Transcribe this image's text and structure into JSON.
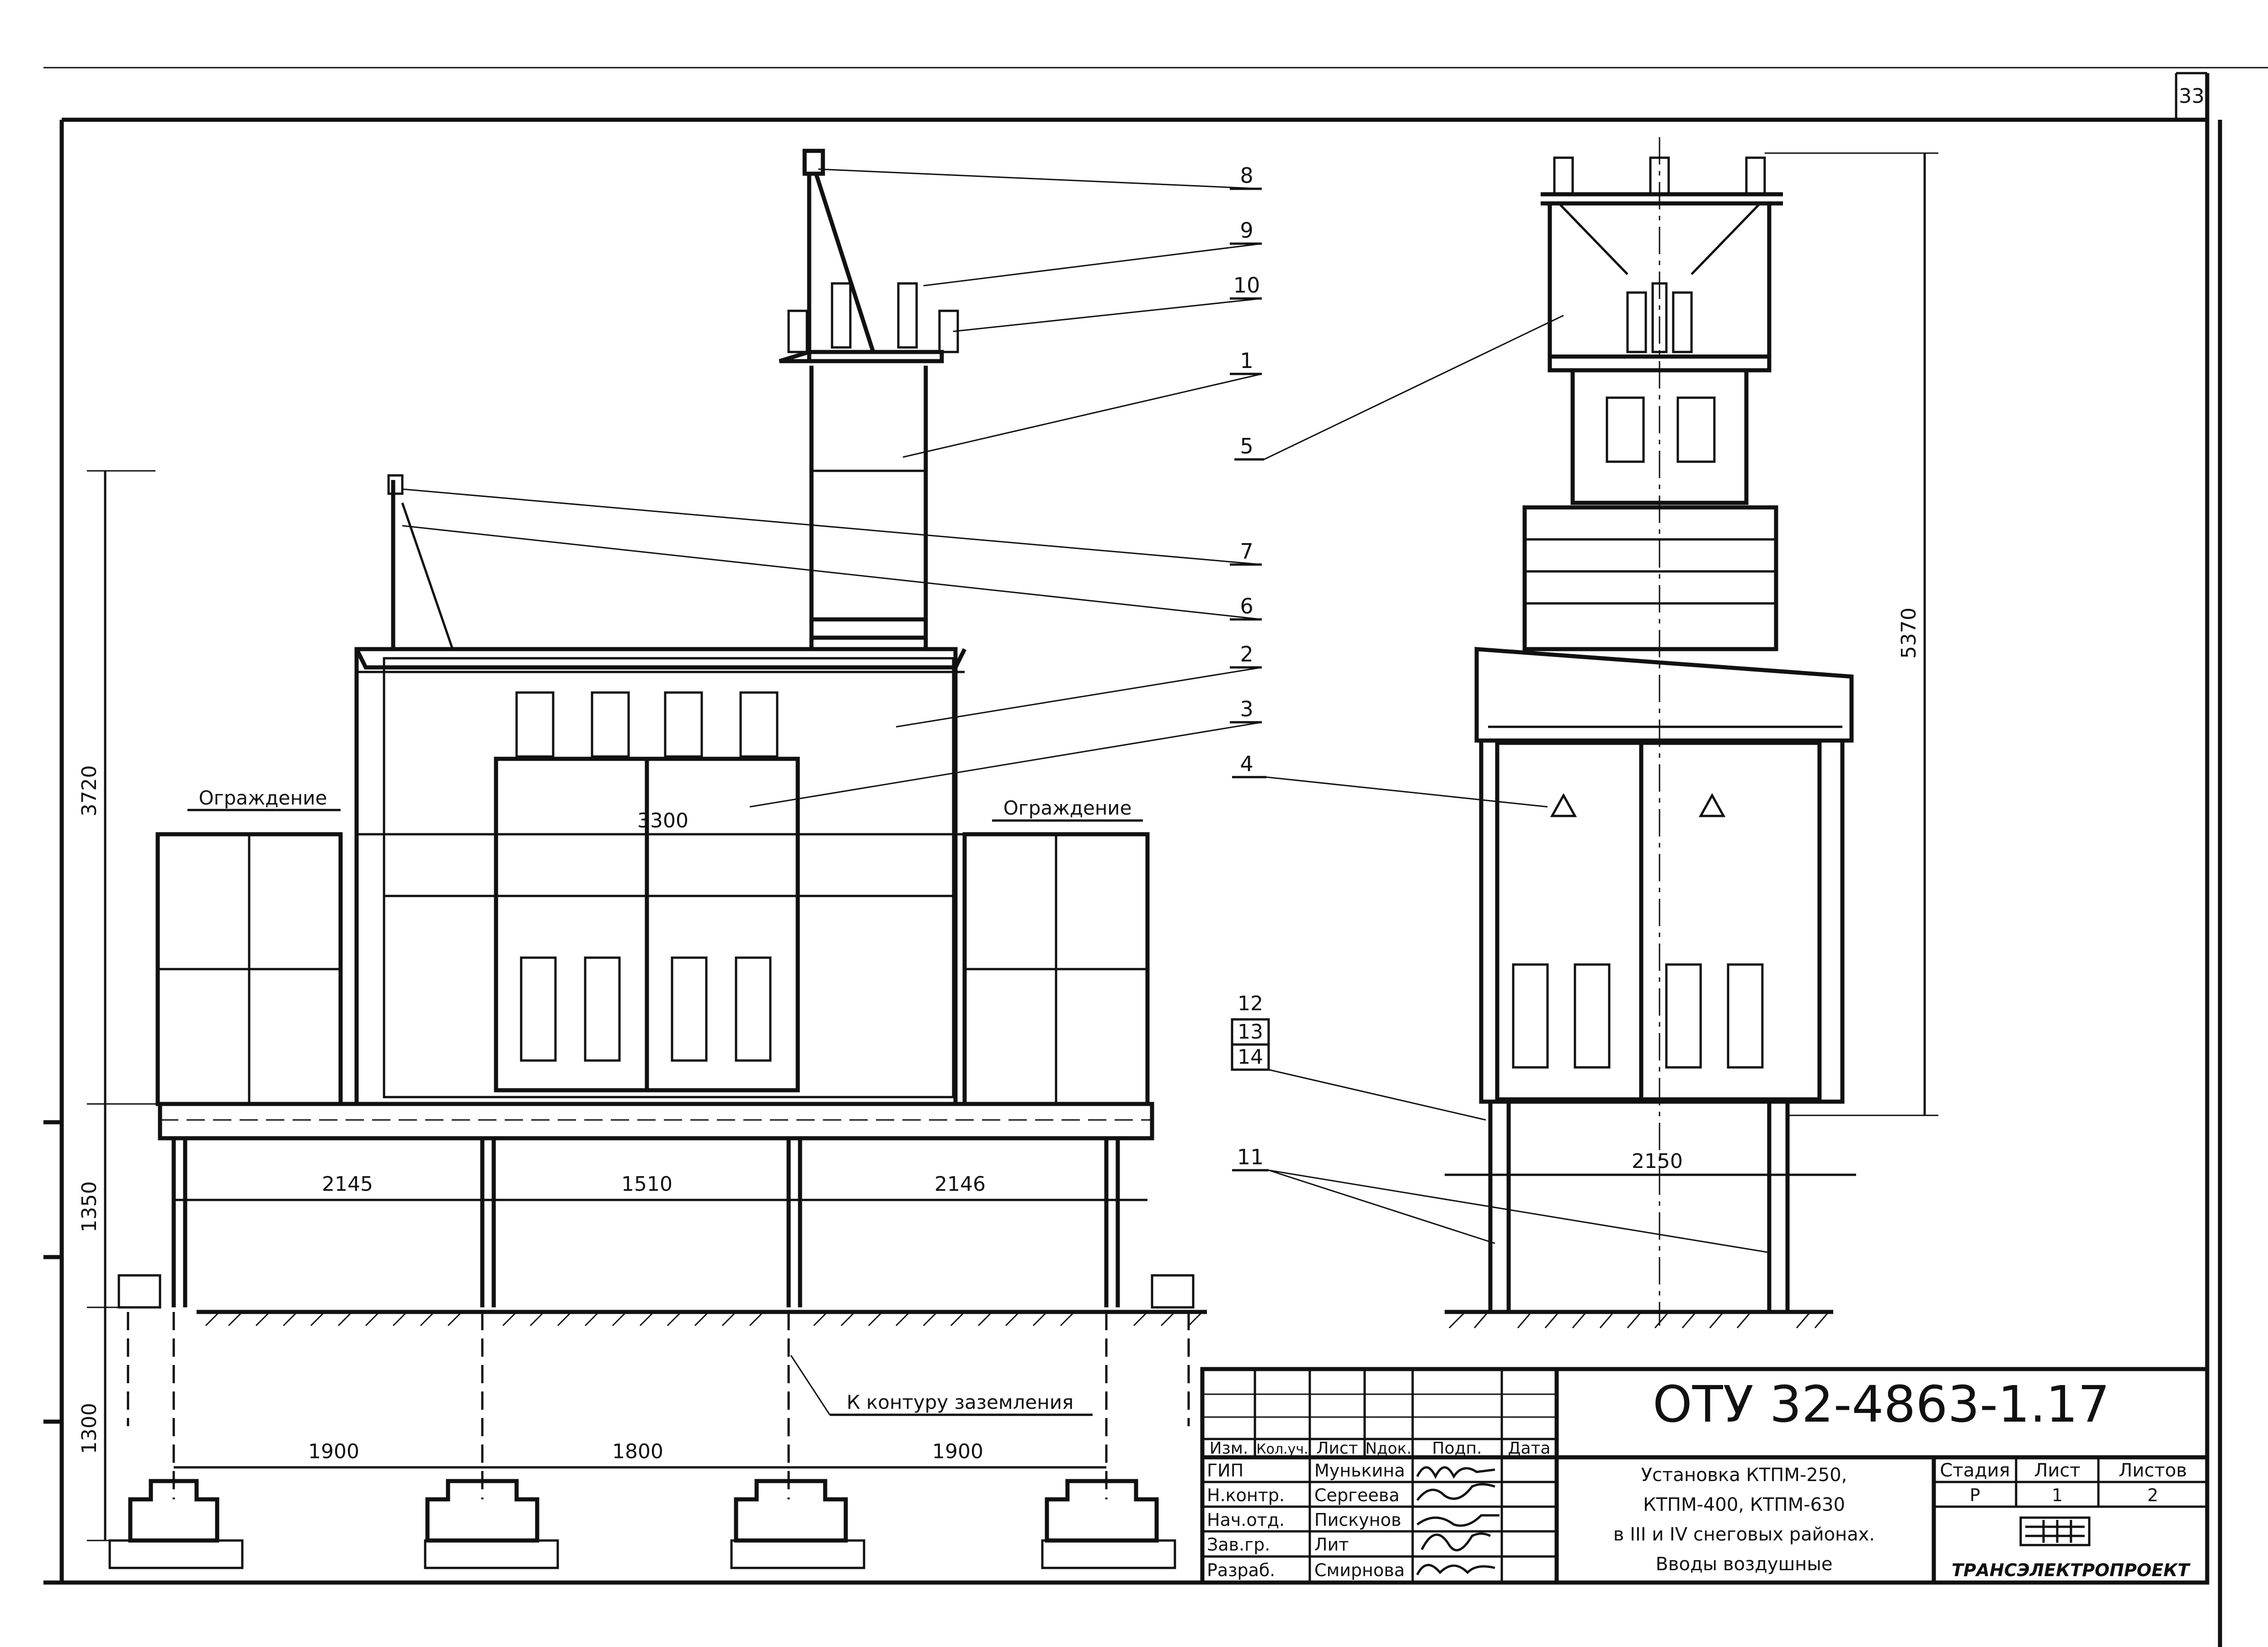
{
  "sheet": {
    "page_number": "33"
  },
  "callouts": {
    "c8": "8",
    "c9": "9",
    "c10": "10",
    "c1": "1",
    "c7": "7",
    "c6": "6",
    "c2": "2",
    "c3": "3",
    "c5": "5",
    "c4": "4",
    "c12": "12",
    "c13": "13",
    "c14": "14",
    "c11": "11"
  },
  "labels": {
    "fence_left": "Ограждение",
    "fence_right": "Ограждение",
    "grounding": "К контуру заземления"
  },
  "dimensions": {
    "d3720": "3720",
    "d1350": "1350",
    "d1300": "1300",
    "d3300": "3300",
    "d2145": "2145",
    "d1510": "1510",
    "d2146": "2146",
    "d1900a": "1900",
    "d1800": "1800",
    "d1900b": "1900",
    "d5370": "5370",
    "d2150": "2150"
  },
  "title_block": {
    "doc_code": "ОТУ 32-4863-1.17",
    "headers": {
      "izm": "Изм.",
      "kol": "Кол.уч.",
      "list": "Лист",
      "ndok": "Nдок.",
      "podp": "Подп.",
      "data": "Дата"
    },
    "roles": [
      "ГИП",
      "Н.контр.",
      "Нач.отд.",
      "Зав.гр.",
      "Разраб."
    ],
    "names": [
      "Мунькина",
      "Сергеева",
      "Пискунов",
      "Лит",
      "Смирнова"
    ],
    "title_lines": [
      "Установка КТПМ-250,",
      "КТПМ-400, КТПМ-630",
      "в III и IV снеговых районах.",
      "Вводы воздушные"
    ],
    "stage_header": "Стадия",
    "sheet_header": "Лист",
    "sheets_header": "Листов",
    "stage_value": "Р",
    "sheet_value": "1",
    "sheets_value": "2",
    "company": "ТРАНСЭЛЕКТРОПРОЕКТ"
  }
}
